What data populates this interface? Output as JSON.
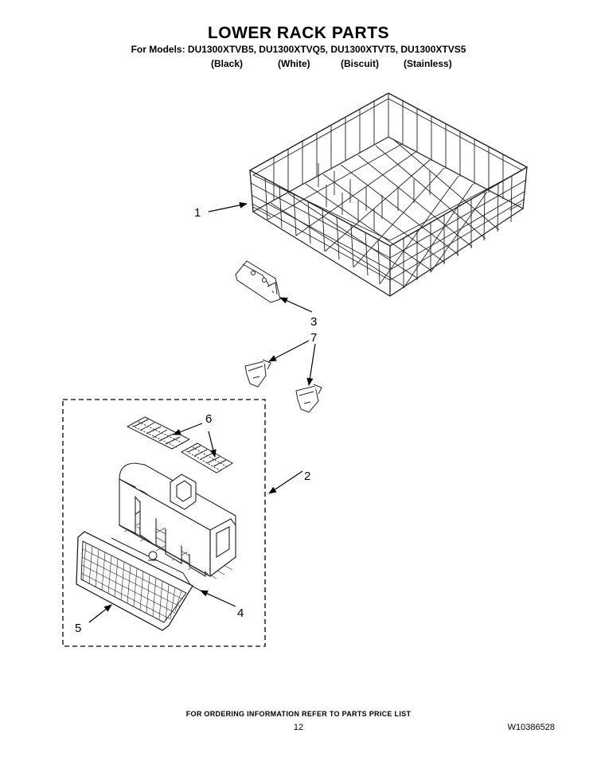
{
  "header": {
    "title": "LOWER RACK PARTS",
    "models_line": "For Models: DU1300XTVB5, DU1300XTVQ5, DU1300XTVT5, DU1300XTVS5",
    "colors": [
      "(Black)",
      "(White)",
      "(Biscuit)",
      "(Stainless)"
    ]
  },
  "callouts": [
    "1",
    "2",
    "3",
    "4",
    "5",
    "6",
    "7"
  ],
  "footer": {
    "ordering_note": "FOR ORDERING INFORMATION REFER TO PARTS PRICE LIST",
    "page_number": "12",
    "document_number": "W10386528"
  }
}
